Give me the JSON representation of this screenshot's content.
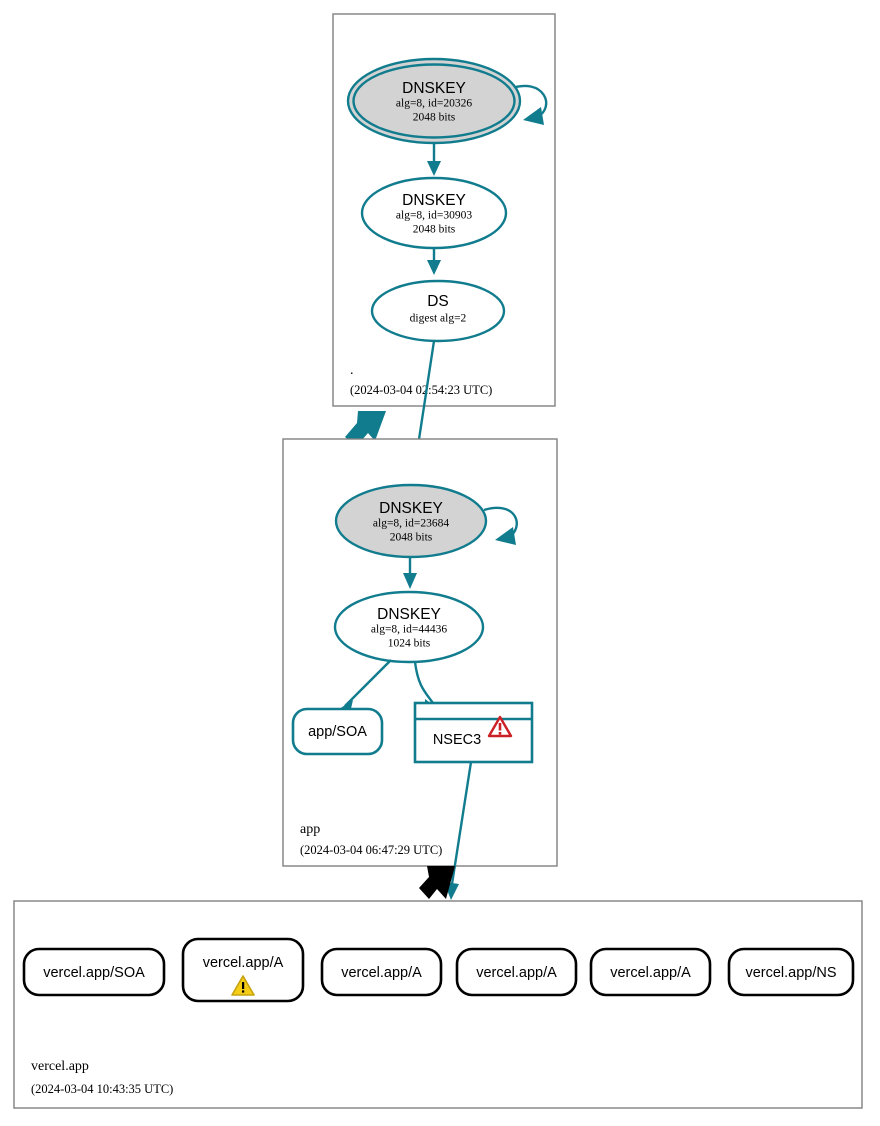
{
  "diagram": {
    "type": "dnssec-authentication-chain",
    "colors": {
      "edge": "#117c8e",
      "node_border_teal": "#117c8e",
      "node_border_black": "#000000",
      "secure_key_fill": "#d3d3d3",
      "zone_border": "#808080",
      "warning_red": "#cc2027",
      "warning_yellow": "#f5cc16"
    }
  },
  "zones": [
    {
      "id": "root",
      "name": ".",
      "timestamp": "(2024-03-04 02:54:23 UTC)",
      "nodes": [
        {
          "id": "root-ksk",
          "kind": "DNSKEY",
          "title": "DNSKEY",
          "line2": "alg=8, id=20326",
          "line3": "2048 bits",
          "shaded": true,
          "sep": true,
          "self_signed": true
        },
        {
          "id": "root-zsk",
          "kind": "DNSKEY",
          "title": "DNSKEY",
          "line2": "alg=8, id=30903",
          "line3": "2048 bits",
          "shaded": false,
          "sep": false,
          "self_signed": false
        },
        {
          "id": "root-ds",
          "kind": "DS",
          "title": "DS",
          "line2": "digest alg=2",
          "line3": "",
          "shaded": false,
          "sep": false,
          "self_signed": false
        }
      ]
    },
    {
      "id": "app",
      "name": "app",
      "timestamp": "(2024-03-04 06:47:29 UTC)",
      "nodes": [
        {
          "id": "app-ksk",
          "kind": "DNSKEY",
          "title": "DNSKEY",
          "line2": "alg=8, id=23684",
          "line3": "2048 bits",
          "shaded": true,
          "sep": false,
          "self_signed": true
        },
        {
          "id": "app-zsk",
          "kind": "DNSKEY",
          "title": "DNSKEY",
          "line2": "alg=8, id=44436",
          "line3": "1024 bits",
          "shaded": false,
          "sep": false,
          "self_signed": false
        },
        {
          "id": "app-soa",
          "kind": "RRset",
          "title": "app/SOA",
          "line2": "",
          "line3": "",
          "warning": "none"
        },
        {
          "id": "app-nsec3",
          "kind": "NSEC3",
          "title": "NSEC3",
          "line2": "",
          "line3": "",
          "warning": "red"
        }
      ]
    },
    {
      "id": "vercel-app",
      "name": "vercel.app",
      "timestamp": "(2024-03-04 10:43:35 UTC)",
      "nodes": [
        {
          "id": "v-soa",
          "title": "vercel.app/SOA",
          "warning": "none"
        },
        {
          "id": "v-a-1",
          "title": "vercel.app/A",
          "warning": "yellow"
        },
        {
          "id": "v-a-2",
          "title": "vercel.app/A",
          "warning": "none"
        },
        {
          "id": "v-a-3",
          "title": "vercel.app/A",
          "warning": "none"
        },
        {
          "id": "v-a-4",
          "title": "vercel.app/A",
          "warning": "none"
        },
        {
          "id": "v-ns",
          "title": "vercel.app/NS",
          "warning": "none"
        }
      ]
    }
  ]
}
